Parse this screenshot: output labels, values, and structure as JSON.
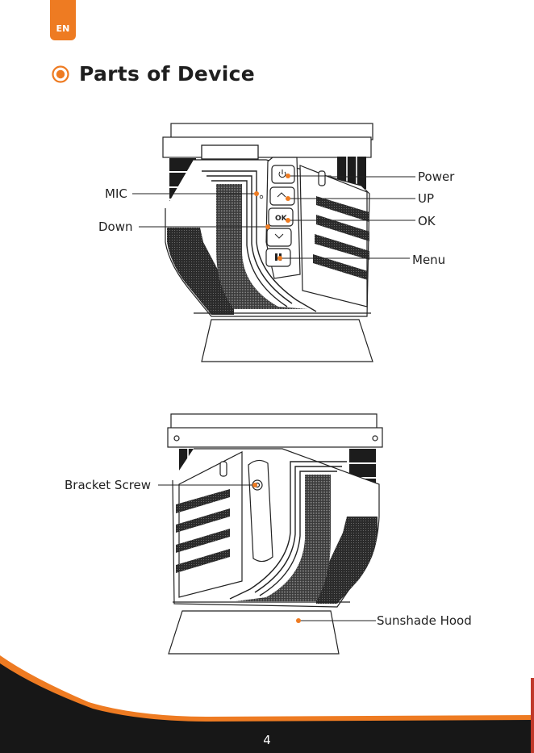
{
  "header": {
    "language_tab": "EN",
    "title": "Parts of Device"
  },
  "diagram_front": {
    "labels": {
      "power": "Power",
      "up": "UP",
      "ok": "OK",
      "menu": "Menu",
      "mic": "MIC",
      "down": "Down"
    },
    "button_glyphs": {
      "ok": "OK"
    }
  },
  "diagram_back": {
    "labels": {
      "bracket_screw": "Bracket Screw",
      "sunshade_hood": "Sunshade Hood"
    }
  },
  "footer": {
    "page_number": "4"
  },
  "colors": {
    "accent": "#ee7b22",
    "footer_dark": "#171717",
    "text": "#222222"
  },
  "icons": [
    "target-icon",
    "power-icon",
    "up-chevron-icon",
    "down-chevron-icon",
    "menu-icon"
  ]
}
